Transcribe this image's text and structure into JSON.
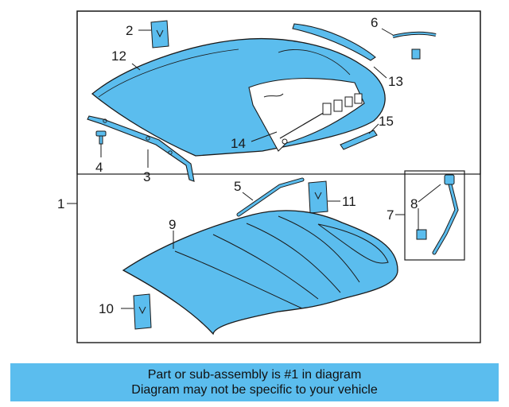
{
  "callouts": {
    "c1": "1",
    "c2": "2",
    "c3": "3",
    "c4": "4",
    "c5": "5",
    "c6": "6",
    "c7": "7",
    "c8": "8",
    "c9": "9",
    "c10": "10",
    "c11": "11",
    "c12": "12",
    "c13": "13",
    "c14": "14",
    "c15": "15"
  },
  "banner": {
    "line1": "Part or sub-assembly is #1 in diagram",
    "line2": "Diagram may not be specific to your vehicle"
  },
  "colors": {
    "part_fill": "#5bbdee",
    "banner_bg": "#5bbdee",
    "line": "#1a1a1a"
  }
}
